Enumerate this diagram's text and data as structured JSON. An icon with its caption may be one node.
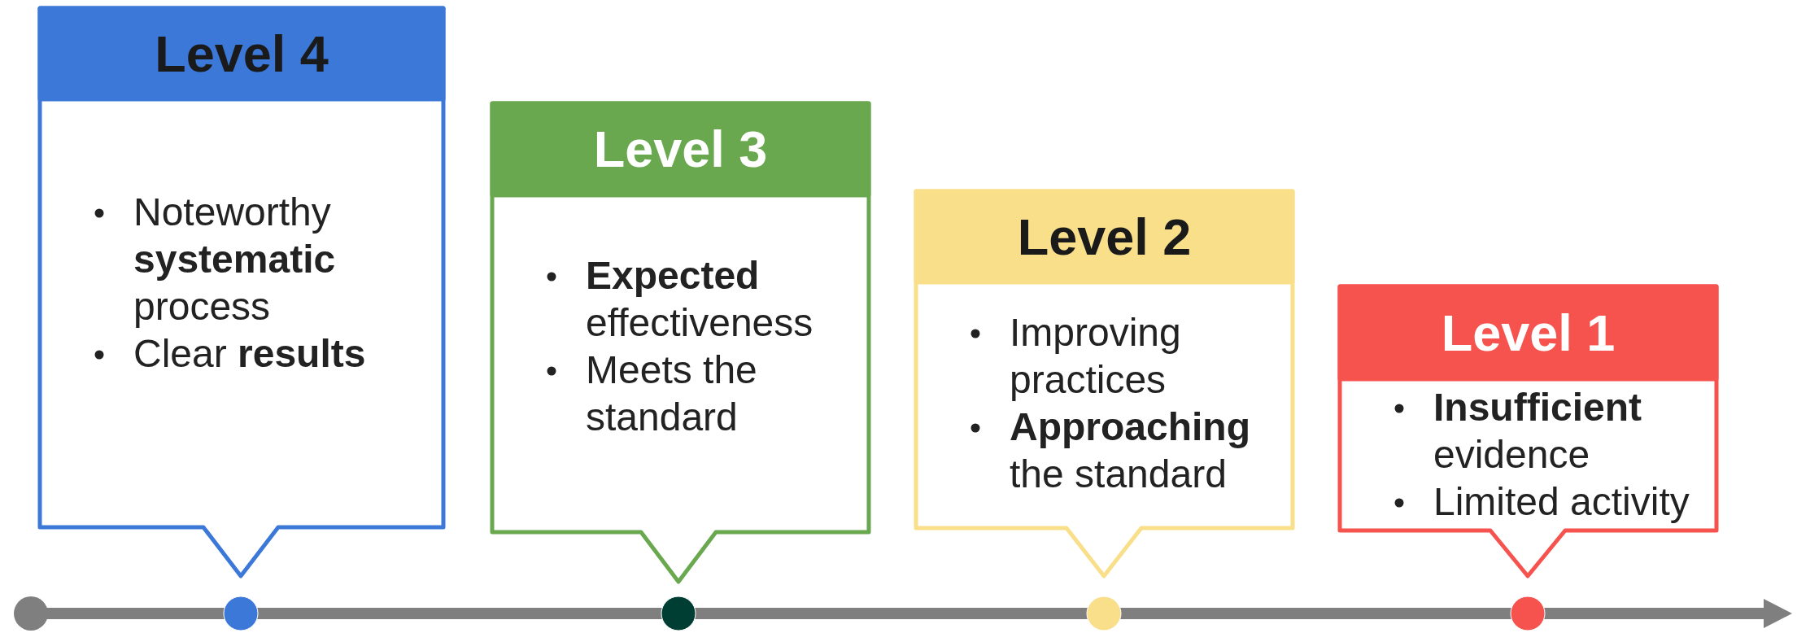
{
  "diagram": {
    "nodes": [
      {
        "text": [
          "Level 4",
          "Noteworthy **systematic** process",
          "Clear **results**"
        ]
      },
      {
        "text": [
          "Level 3",
          "**Expected** effectiveness",
          "Meets the standard"
        ]
      },
      {
        "text": [
          "Level 2",
          "Improving practices",
          "**Approaching** the standard"
        ]
      },
      {
        "text": [
          "Level 1",
          "**Insufficient** evidence",
          "Limited activity"
        ]
      }
    ]
  }
}
